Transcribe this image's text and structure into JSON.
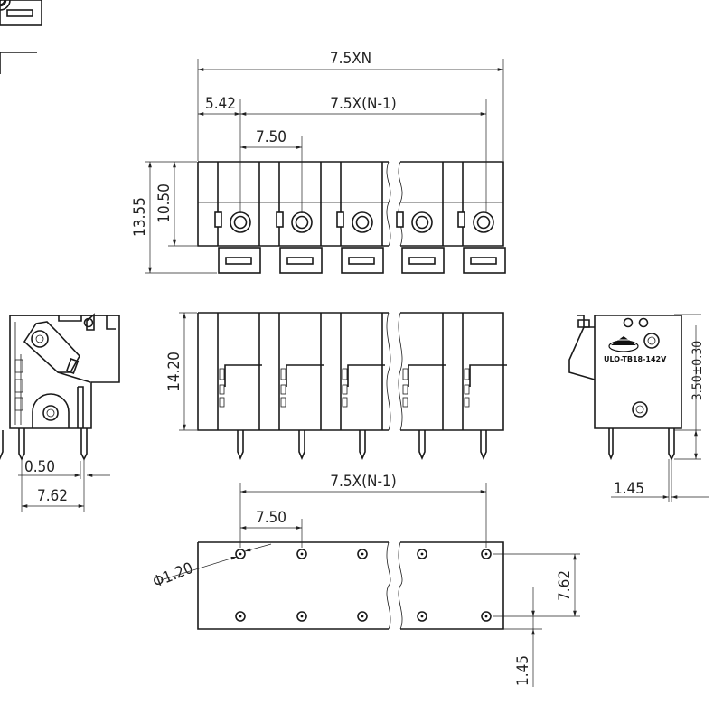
{
  "dimensions": {
    "top_overall": "7.5XN",
    "top_first_offset": "5.42",
    "top_span": "7.5X(N-1)",
    "top_pitch": "7.50",
    "top_height_total": "13.55",
    "top_height_body": "10.50",
    "front_height": "14.20",
    "left_pin_width": "0.50",
    "left_width": "7.62",
    "right_pin_offset": "3.50±0.30",
    "right_pin_tail": "1.45",
    "bottom_span": "7.5X(N-1)",
    "bottom_pitch": "7.50",
    "bottom_hole_dia": "Φ1.20",
    "bottom_row_spacing": "7.62",
    "bottom_edge_offset": "1.45"
  },
  "part_label": "ULO-TB18-142V",
  "pole_count_shown": 5
}
